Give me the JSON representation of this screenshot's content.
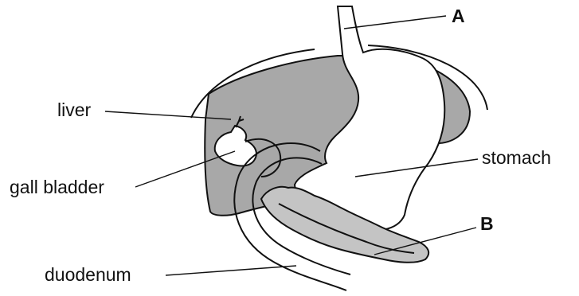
{
  "labels": {
    "A": "A",
    "B": "B",
    "liver": "liver",
    "gall_bladder": "gall bladder",
    "stomach": "stomach",
    "duodenum": "duodenum"
  },
  "colors": {
    "liver_fill": "#a8a8a8",
    "pancreas_fill": "#c4c4c4",
    "outline": "#111111",
    "background": "#ffffff"
  }
}
